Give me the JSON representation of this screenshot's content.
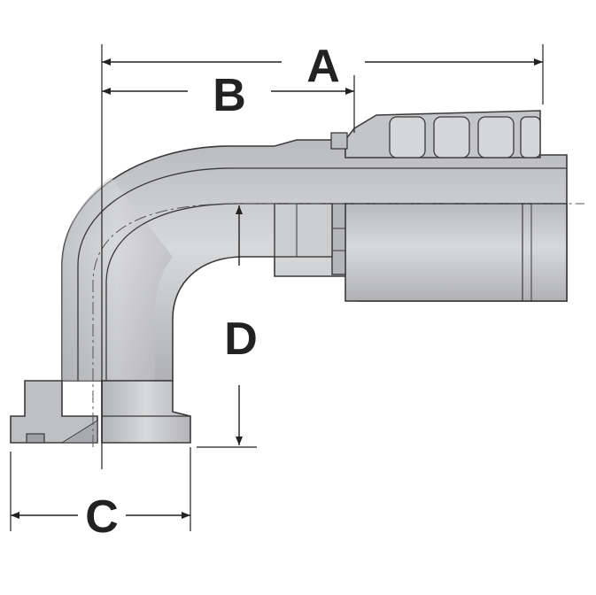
{
  "labels": {
    "a": "A",
    "b": "B",
    "c": "C",
    "d": "D"
  },
  "colors": {
    "body_fill": "#c8c9cb",
    "body_light": "#d6d7d9",
    "body_dark": "#a8aaad",
    "outline": "#3a3a3a",
    "dimension_line": "#222222"
  }
}
